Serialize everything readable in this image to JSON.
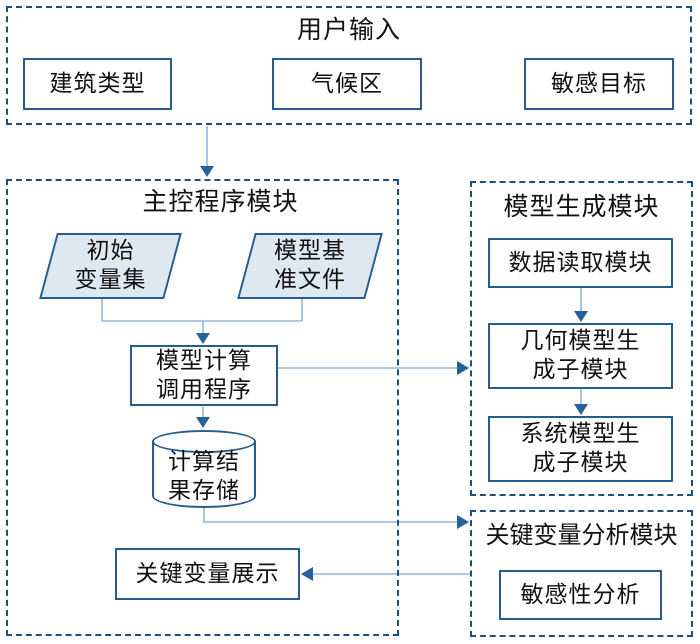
{
  "colors": {
    "module_border": "#1F4E79",
    "node_border": "#255E8E",
    "node_fill_light": "#DEE8F1",
    "connector_line": "#8FB8DC",
    "connector_arrow": "#25619A",
    "text": "#111111",
    "background": "#FFFFFF"
  },
  "user_input": {
    "title": "用户输入",
    "building_type": "建筑类型",
    "climate_zone": "气候区",
    "sensitive_target": "敏感目标"
  },
  "main_module": {
    "title": "主控程序模块",
    "initial_variable_set": "初始\n变量集",
    "model_baseline_file": "模型基\n准文件",
    "model_calc_caller": "模型计算\n调用程序",
    "result_storage": "计算结\n果存储",
    "key_variable_display": "关键变量展示"
  },
  "model_generation_module": {
    "title": "模型生成模块",
    "data_reading": "数据读取模块",
    "geometry_submodule": "几何模型生\n成子模块",
    "system_submodule": "系统模型生\n成子模块"
  },
  "key_variable_analysis_module": {
    "title": "关键变量分析模块",
    "sensitivity_analysis": "敏感性分析"
  }
}
